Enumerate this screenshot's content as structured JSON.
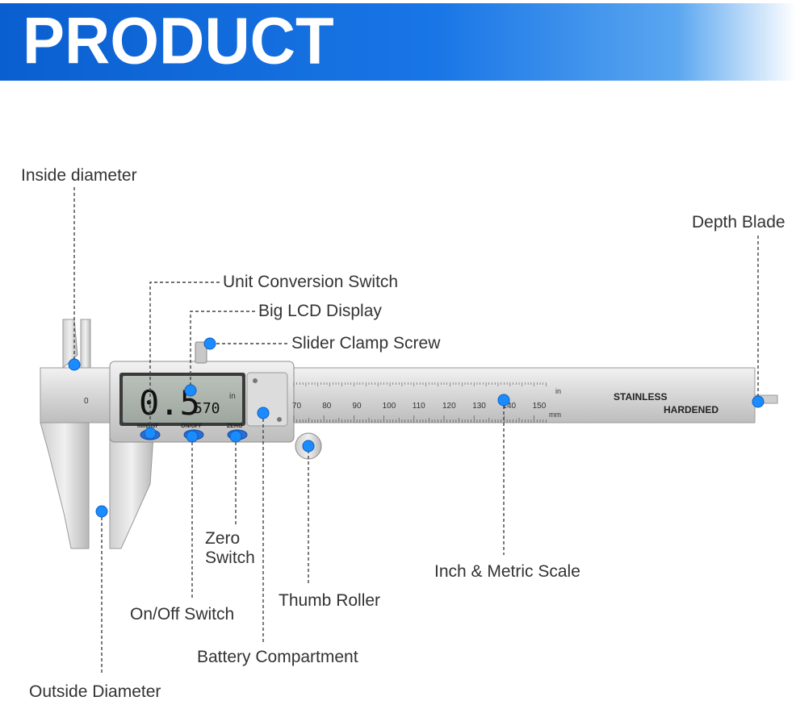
{
  "banner": {
    "title": "PRODUCT INTRODUCTION"
  },
  "labels": {
    "inside_diameter": "Inside diameter",
    "depth_blade": "Depth Blade",
    "unit_conversion_switch": "Unit Conversion Switch",
    "big_lcd_display": "Big LCD Display",
    "slider_clamp_screw": "Slider Clamp Screw",
    "zero_switch": [
      "Zero",
      "Switch"
    ],
    "inch_metric_scale": "Inch & Metric Scale",
    "thumb_roller": "Thumb Roller",
    "on_off_switch": "On/Off Switch",
    "battery_compartment": "Battery Compartment",
    "outside_diameter": "Outside Diameter"
  },
  "caliper": {
    "lcd_main": "0.5",
    "lcd_fraction": "570",
    "lcd_unit": "in",
    "button_labels": [
      "mm/in/F",
      "ON/OFF",
      "ZERO"
    ],
    "beam_text_top": "STAINLESS",
    "beam_text_bottom": "HARDENED",
    "scale_mm_numbers": [
      "70",
      "80",
      "90",
      "100",
      "110",
      "120",
      "130",
      "140",
      "150"
    ],
    "scale_unit_in": "in",
    "scale_unit_mm": "mm",
    "beam_zero": "0"
  },
  "colors": {
    "accent": "#1a8cff",
    "banner": "#1976e6"
  }
}
